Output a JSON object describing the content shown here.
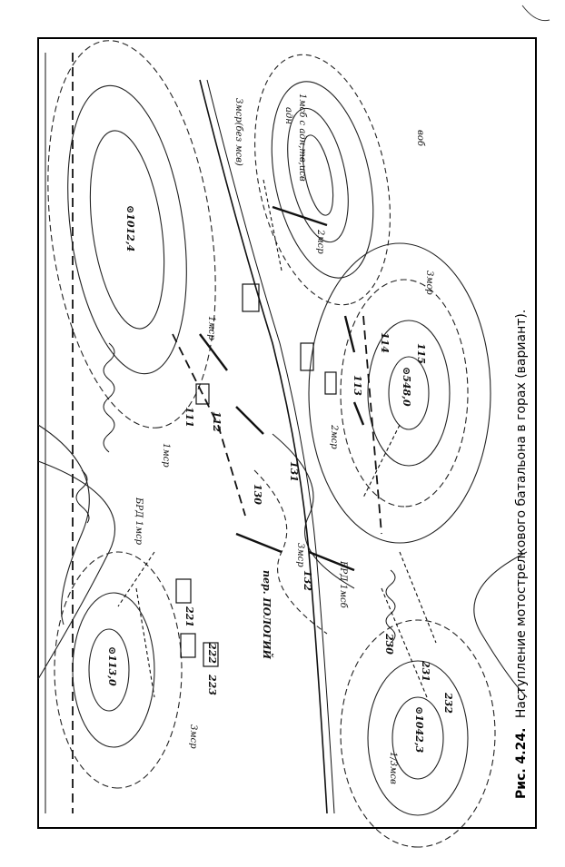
{
  "caption": {
    "figure_label": "Рис. 4.24.",
    "title": "Наступление мотострелкового батальона в горах (вариант)."
  },
  "heights": {
    "h1012": "⊙1012,4",
    "h113": "⊙113,0",
    "h548": "⊙548,0",
    "h1042": "⊙1042,3"
  },
  "unit_labels": {
    "msr3_bez": "3мср(без мсв)",
    "adn": "адн",
    "msb1_adn": "1мсб с адн,тв,исв",
    "vob": "воб",
    "msr2_top": "2мср",
    "msr3_right": "3мср",
    "msr1": "1мср",
    "msr1_small": "1мср",
    "msr2_mid": "2мср",
    "brd_1msr": "БРД 1мср",
    "brd_1msb": "БРД 1мсб",
    "msr3_road": "3мср",
    "msr3_bottom": "3мср",
    "msv1_3": "1/3мсв",
    "pass": "пер. ПОЛОГИЙ"
  },
  "objectives": {
    "o111": "111",
    "o112": "112",
    "o113": "113",
    "o114": "114",
    "o115": "115",
    "o130": "130",
    "o131": "131",
    "o132": "132",
    "o221": "221",
    "o222": "222",
    "o223": "223",
    "o230": "230",
    "o231": "231",
    "o232": "232"
  }
}
